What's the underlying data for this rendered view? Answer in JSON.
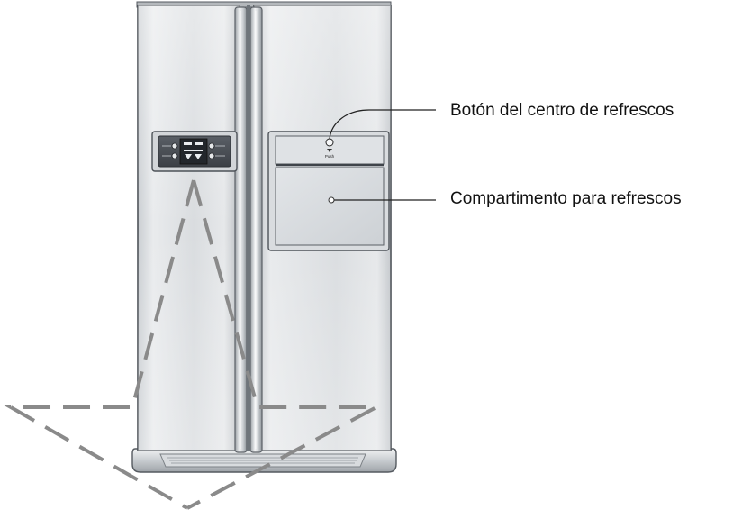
{
  "callouts": {
    "refresh_center_button": "Botón del centro de refrescos",
    "refresh_compartment": "Compartimento para refrescos"
  },
  "dispenser_button_text": "Push",
  "colors": {
    "stainless_light": "#e4e6e8",
    "stainless_mid": "#c2c6ca",
    "stainless_dark": "#8e9398",
    "display_panel": "#4a4f55",
    "dashed_lines": "#8a8a8a",
    "leader_lines": "#222222"
  }
}
